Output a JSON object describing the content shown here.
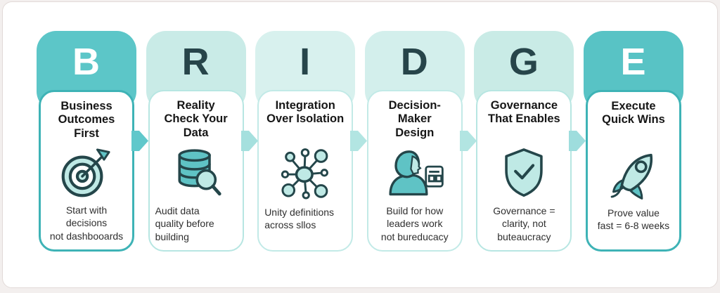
{
  "acronym": "BRIDGE",
  "colors": {
    "page_bg": "#f3efee",
    "frame_bg": "#ffffff",
    "frame_border": "#e2dad8",
    "icon_stroke": "#24464a",
    "icon_light": "#bfe9e5",
    "icon_mid": "#5fc3c5",
    "title_text": "#161616",
    "subtitle_text": "#2f2f2f"
  },
  "arrows": [
    {
      "color": "#5fc8cb"
    },
    {
      "color": "#a5e0de"
    },
    {
      "color": "#b2e5e2"
    },
    {
      "color": "#b2e5e2"
    },
    {
      "color": "#9edddd"
    }
  ],
  "columns": [
    {
      "letter": "B",
      "letter_color": "#ffffff",
      "head_bg": "#5cc6c8",
      "card_border": "#3eb3b6",
      "card_border_width": "3px",
      "title": "Business\nOutcomes\nFirst",
      "icon": "target-icon",
      "subtitle": "Start with\ndecisions\nnot dashbooards",
      "subtitle_align": "center"
    },
    {
      "letter": "R",
      "letter_color": "#27454a",
      "head_bg": "#c9ebe7",
      "card_border": "#b7e6e2",
      "card_border_width": "2px",
      "title": "Reality\nCheck Your\nData",
      "icon": "database-audit-icon",
      "subtitle": "Audit data\nquality before\nbuilding",
      "subtitle_align": "left"
    },
    {
      "letter": "I",
      "letter_color": "#27454a",
      "head_bg": "#d8f1ee",
      "card_border": "#c2eae7",
      "card_border_width": "2px",
      "title": "Integration\nOver Isolation",
      "icon": "network-icon",
      "subtitle": "Unity definitions\nacross sllos",
      "subtitle_align": "left"
    },
    {
      "letter": "D",
      "letter_color": "#27454a",
      "head_bg": "#d3efec",
      "card_border": "#c2eae7",
      "card_border_width": "2px",
      "title": "Decision-Maker\nDesign",
      "icon": "decision-maker-icon",
      "subtitle": "Build for how\nleaders work\nnot bureducacy",
      "subtitle_align": "center"
    },
    {
      "letter": "G",
      "letter_color": "#27454a",
      "head_bg": "#c9ebe6",
      "card_border": "#b7e6e2",
      "card_border_width": "2px",
      "title": "Governance\nThat Enables",
      "icon": "shield-check-icon",
      "subtitle": "Governance =\nclarity, not\nbuteaucracy",
      "subtitle_align": "center"
    },
    {
      "letter": "E",
      "letter_color": "#ffffff",
      "head_bg": "#58c3c5",
      "card_border": "#3eb3b6",
      "card_border_width": "3px",
      "title": "Execute\nQuick Wins",
      "icon": "rocket-icon",
      "subtitle": "Prove value\nfast = 6-8 weeks",
      "subtitle_align": "center"
    }
  ]
}
